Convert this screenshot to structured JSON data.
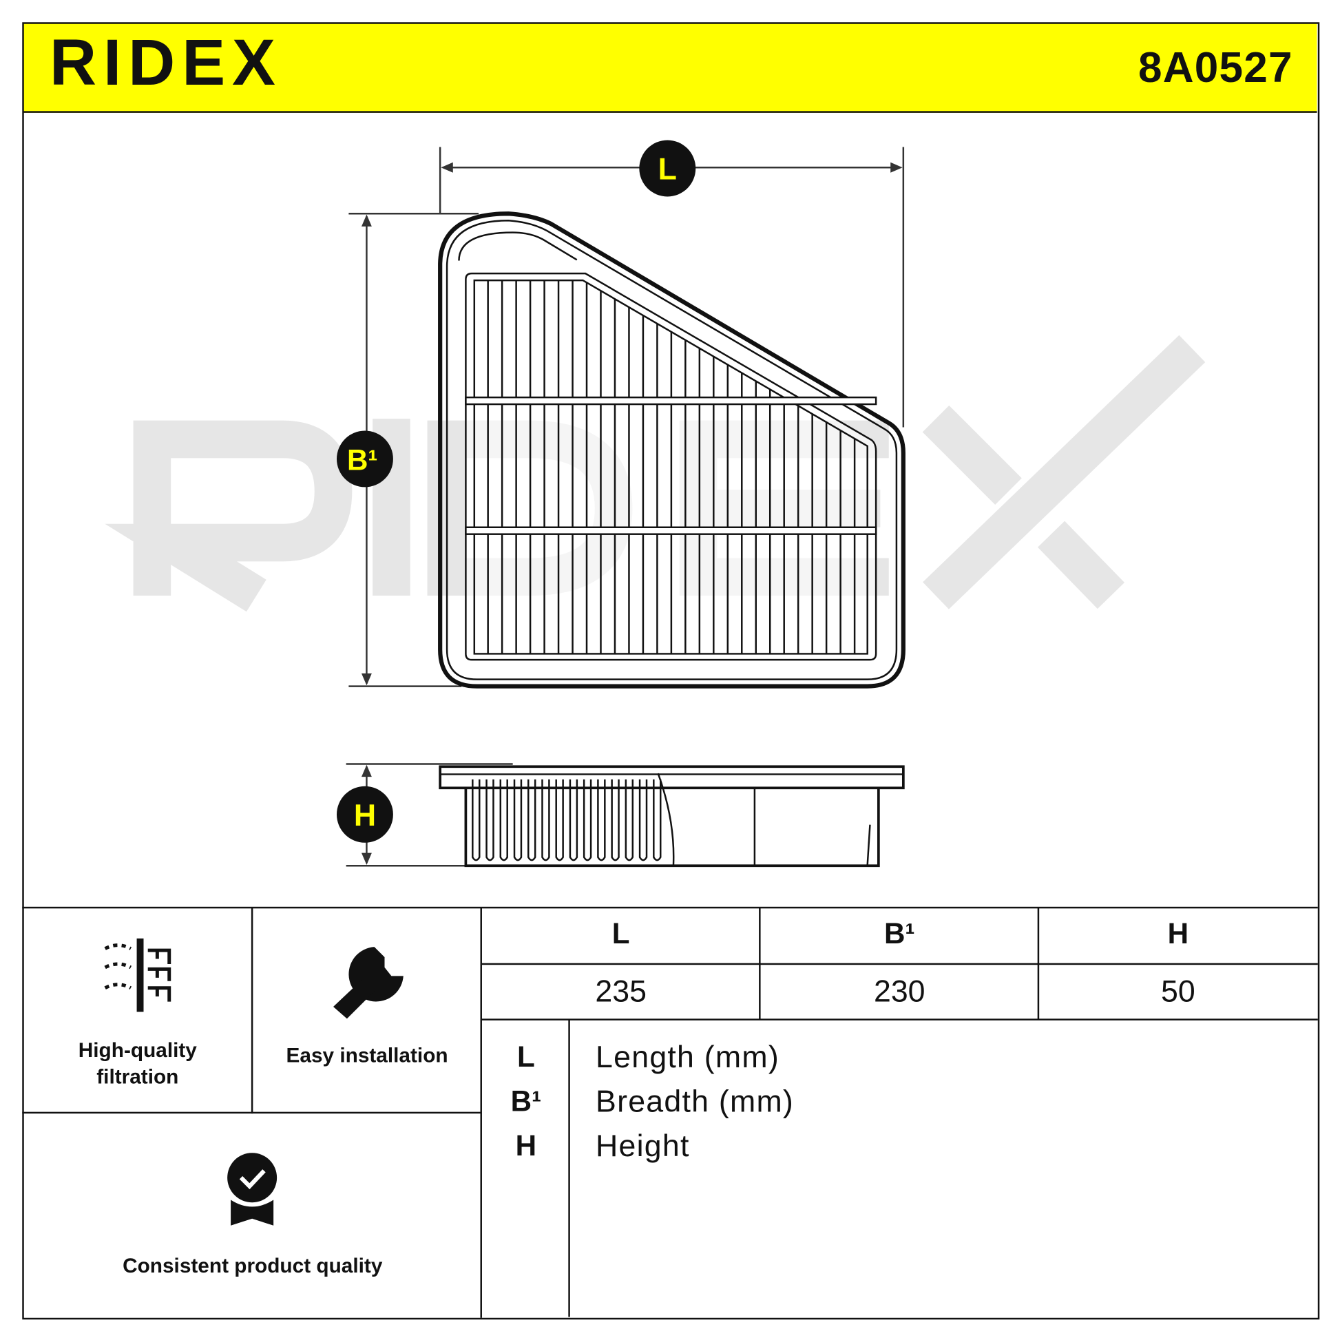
{
  "brand": {
    "logo": "RIDEX",
    "part_number": "8A0527",
    "watermark": "RIDEX",
    "accent": "#ffff00"
  },
  "drawing": {
    "label_length": "L",
    "label_breadth": "B¹",
    "label_height": "H"
  },
  "features": [
    {
      "icon": "filtration-icon",
      "line1": "High-quality",
      "line2": "filtration"
    },
    {
      "icon": "wrench-icon",
      "line1": "Easy installation"
    },
    {
      "icon": "quality-badge-icon",
      "line1": "Consistent product quality"
    }
  ],
  "dimensions": {
    "headers": [
      "L",
      "B¹",
      "H"
    ],
    "values": [
      "235",
      "230",
      "50"
    ]
  },
  "legend": [
    {
      "key": "L",
      "label": "Length (mm)"
    },
    {
      "key": "B¹",
      "label": "Breadth (mm)"
    },
    {
      "key": "H",
      "label": "Height"
    }
  ]
}
